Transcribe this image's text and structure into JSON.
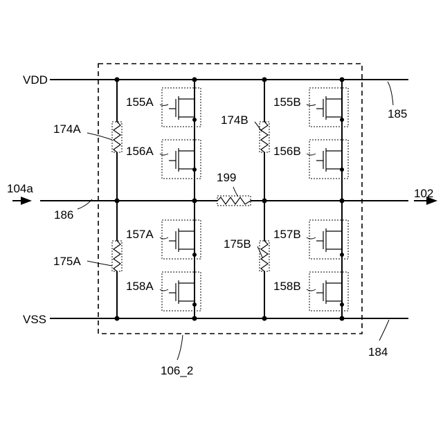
{
  "rails": {
    "vdd_label": "VDD",
    "vss_label": "VSS"
  },
  "refs": {
    "input": "104a",
    "output": "102",
    "signal_line": "186",
    "vdd_line": "185",
    "vss_line": "184",
    "module": "106_2",
    "link_resistor": "199"
  },
  "resistors": [
    {
      "label": "174A"
    },
    {
      "label": "175A"
    },
    {
      "label": "174B"
    },
    {
      "label": "175B"
    }
  ],
  "transistors": [
    {
      "label": "155A"
    },
    {
      "label": "156A"
    },
    {
      "label": "157A"
    },
    {
      "label": "158A"
    },
    {
      "label": "155B"
    },
    {
      "label": "156B"
    },
    {
      "label": "157B"
    },
    {
      "label": "158B"
    }
  ]
}
